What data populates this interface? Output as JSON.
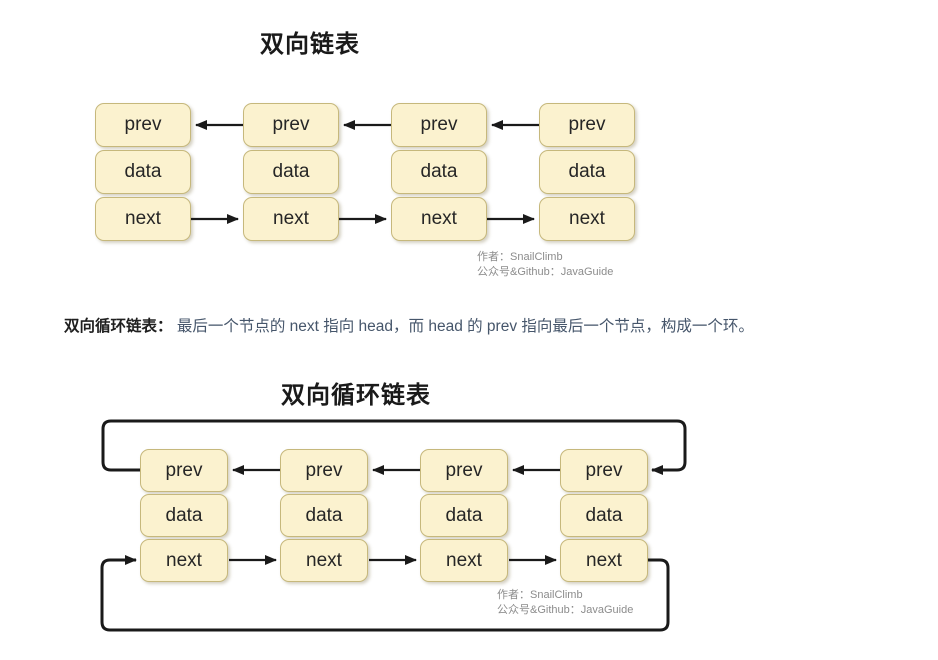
{
  "diagram1": {
    "title": "双向链表",
    "nodes": [
      {
        "cells": [
          "prev",
          "data",
          "next"
        ]
      },
      {
        "cells": [
          "prev",
          "data",
          "next"
        ]
      },
      {
        "cells": [
          "prev",
          "data",
          "next"
        ]
      },
      {
        "cells": [
          "prev",
          "data",
          "next"
        ]
      }
    ],
    "attribution": {
      "author": "作者：SnailClimb",
      "source": "公众号&Github：JavaGuide"
    }
  },
  "note": {
    "term": "双向循环链表：",
    "body": "最后一个节点的 next 指向 head，而 head 的 prev 指向最后一个节点，构成一个环。"
  },
  "diagram2": {
    "title": "双向循环链表",
    "nodes": [
      {
        "cells": [
          "prev",
          "data",
          "next"
        ]
      },
      {
        "cells": [
          "prev",
          "data",
          "next"
        ]
      },
      {
        "cells": [
          "prev",
          "data",
          "next"
        ]
      },
      {
        "cells": [
          "prev",
          "data",
          "next"
        ]
      }
    ],
    "attribution": {
      "author": "作者：SnailClimb",
      "source": "公众号&Github：JavaGuide"
    }
  },
  "colors": {
    "node_fill": "#FBF2CF",
    "node_border": "#C6B87C",
    "arrow_color": "#1A1A1A",
    "title_text": "#1A1A1A",
    "note_term": "#1F1F1F",
    "note_body": "#46566B",
    "attribution_text": "#8C8C8C"
  }
}
